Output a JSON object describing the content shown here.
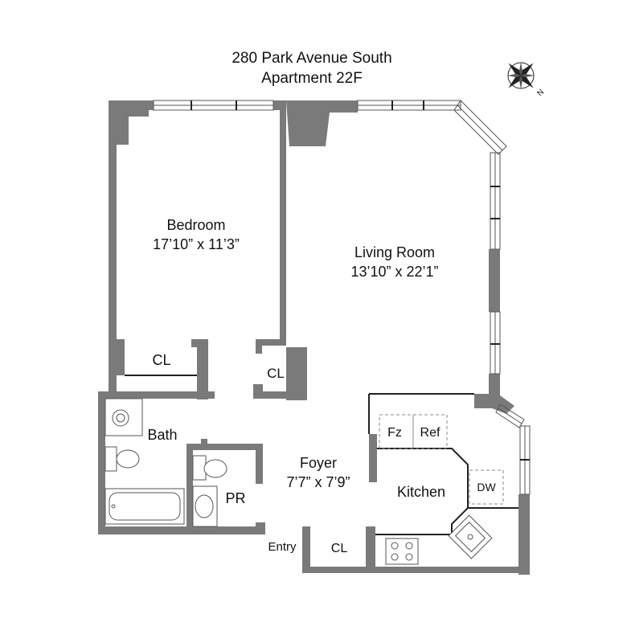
{
  "title": {
    "line1": "280 Park Avenue South",
    "line2": "Apartment 22F"
  },
  "compass": {
    "icon": "compass-rose-icon",
    "direction": "N"
  },
  "rooms": {
    "bedroom": {
      "name": "Bedroom",
      "dims": "17’10” x 11’3”"
    },
    "living": {
      "name": "Living Room",
      "dims": "13’10” x 22’1”"
    },
    "foyer": {
      "name": "Foyer",
      "dims": "7’7” x 7’9”"
    },
    "bath": {
      "name": "Bath"
    },
    "powder": {
      "name": "PR"
    },
    "kitchen": {
      "name": "Kitchen"
    },
    "entry": {
      "name": "Entry"
    }
  },
  "closets": {
    "bedroom": "CL",
    "hall": "CL",
    "foyer": "CL"
  },
  "appliances": {
    "freezer": "Fz",
    "refrigerator": "Ref",
    "dishwasher": "DW"
  },
  "colors": {
    "wall": "#7a7a7a",
    "line": "#222222",
    "background": "#ffffff"
  }
}
